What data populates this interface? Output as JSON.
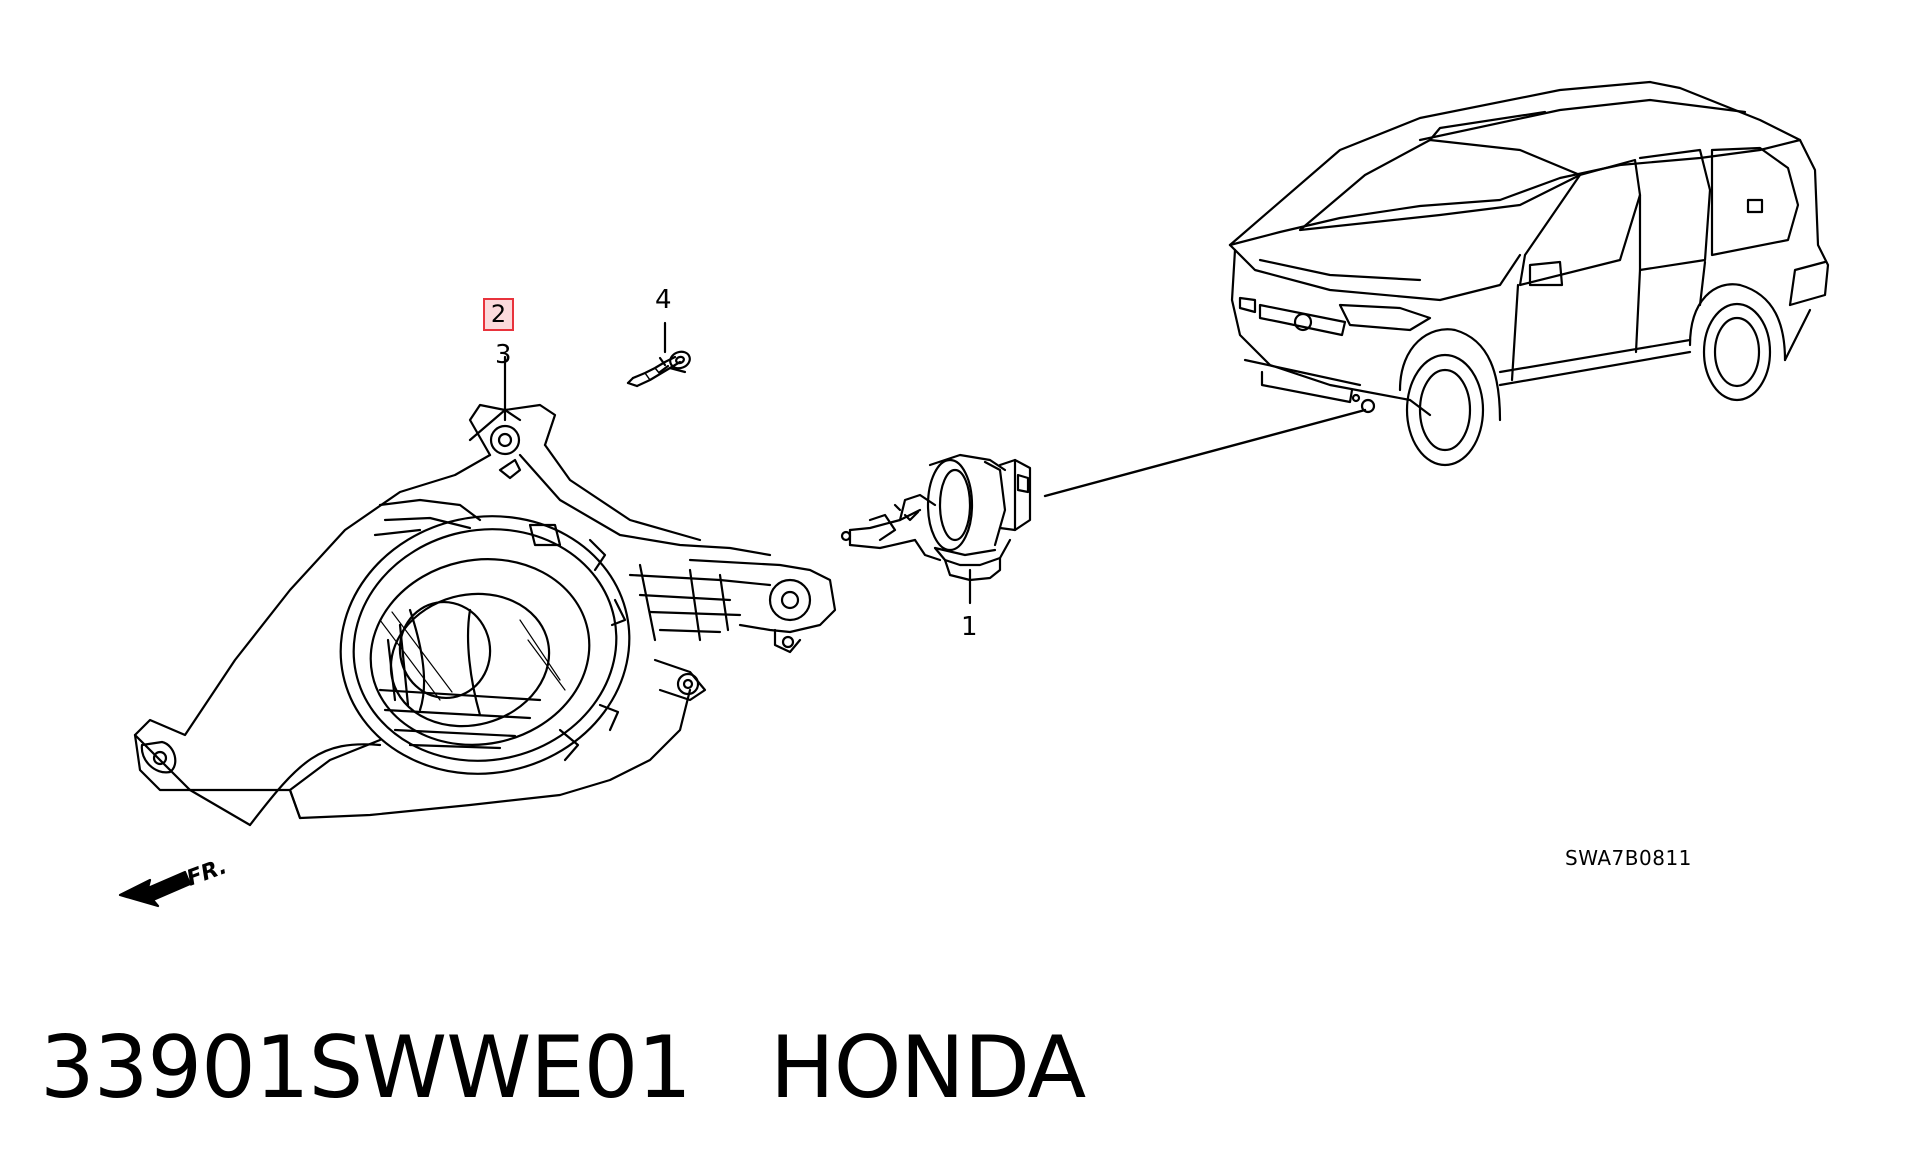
{
  "diagram": {
    "callouts": {
      "item_1": "1",
      "item_2": "2",
      "item_3": "3",
      "item_4": "4"
    },
    "direction_label": "FR.",
    "reference_code": "SWA7B0811",
    "highlight_color": "#e8333c",
    "line_color": "#000000"
  },
  "footer": {
    "part_number": "33901SWWE01",
    "brand": "HONDA"
  }
}
